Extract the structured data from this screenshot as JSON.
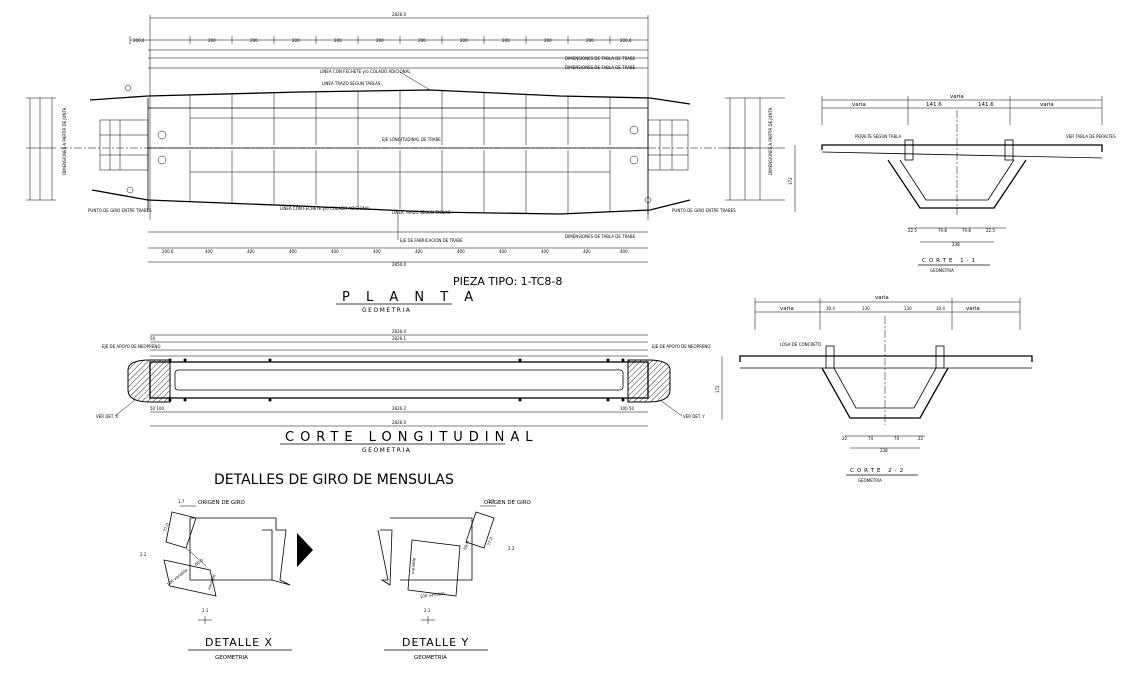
{
  "drawing": {
    "plan": {
      "title": "P L A N T A",
      "subtitle": "GEOMETRIA",
      "piece_label": "PIEZA TIPO: 1-TC8-8",
      "top_dim_overall": "2826.0",
      "top_dims": [
        "200.0",
        "200",
        "200",
        "200",
        "200",
        "200",
        "200",
        "200",
        "200",
        "200",
        "200",
        "200.0"
      ],
      "bottom_dims": [
        "200.6",
        "400",
        "400",
        "400",
        "400",
        "400",
        "400",
        "400",
        "400",
        "400",
        "400",
        "400"
      ],
      "bottom_overall": "2850.0",
      "note_top_right_1": "DIMENSIONES DE TABLA DE TRABE",
      "note_top_right_2": "DIMENSIONES DE TABLA DE TRABE",
      "note_bottom_right": "DIMENSIONES DE TABLA DE TRABE",
      "note_top_center": "LINEA CON FECHETE y/o COLADO ADICIONAL",
      "note_top_center_2": "LINEA TRAZO SEGUN TABLAS",
      "note_center": "EJE LONGITUDINAL DE TRABE",
      "note_bottom_center": "LINEA CON FECHETE y/o COLADO ADICIONAL",
      "note_bottom_center_2": "LINEA TRAZO SEGUN TABLAS",
      "note_bottom_fab": "EJE DE FABRICACION DE TRABE",
      "note_left_giro": "PUNTO DE GIRO ENTRE TRABES",
      "note_right_giro": "PUNTO DE GIRO ENTRE TRABES",
      "left_side_text": "DIMENSIONES A PARTIR DE JUNTA",
      "right_side_text": "DIMENSIONES A PARTIR DE JUNTA"
    },
    "longitudinal": {
      "title": "CORTE LONGITUDINAL",
      "subtitle": "GEOMETRIA",
      "top_dim": "2826.0",
      "top_dim_2": "2826.1",
      "bottom_dim": "2826.2",
      "bottom_dim_2": "2826.0",
      "left_label": "VER DET. X",
      "right_label": "VER DET. Y",
      "left_top_note": "EJE DE APOYO DE NEOPRENO",
      "right_top_note": "EJE DE APOYO DE NEOPRENO",
      "left_small_a": "50",
      "left_small_b": "50  100",
      "right_small_b": "100  50"
    },
    "section1": {
      "title": "CORTE 1-1",
      "subtitle": "GEOMETRIA",
      "top": "varia",
      "dims_top": [
        "varia",
        "141.6",
        "141.6",
        "varia"
      ],
      "bottom_dims": [
        "22.5",
        "79.8",
        "79.8",
        "22.5"
      ],
      "bottom_total": "238",
      "height": "172",
      "left_note": "PERALTE SEGUN TABLA",
      "right_note": "VER TABLA DE PERALTES"
    },
    "section2": {
      "title": "CORTE 2-2",
      "subtitle": "GEOMETRIA",
      "top": "varia",
      "dims_top": [
        "varia",
        "30.4",
        "130",
        "130",
        "30.4",
        "varia"
      ],
      "bottom_dims": [
        "22",
        "74",
        "74",
        "22"
      ],
      "bottom_total": "238",
      "height": "172",
      "note": "LOSA DE CONCRETO"
    },
    "details_heading": "DETALLES DE GIRO DE MENSULAS",
    "detail_x": {
      "title": "DETALLE X",
      "subtitle": "GEOMETRIA",
      "label_origin": "ORIGEN DE GIRO",
      "dim_a": "1.7",
      "dim_b": "77.0",
      "dim_c": "2.2",
      "dim_d": "2.1",
      "dim_e": "100 variable",
      "dim_f": "60.0",
      "dim_g": "variable"
    },
    "detail_y": {
      "title": "DETALLE Y",
      "subtitle": "GEOMETRIA",
      "label_origin": "ORIGEN DE GIRO",
      "dim_a": "1.7",
      "dim_b": "77.0",
      "dim_c": "2.2",
      "dim_d": "2.1",
      "dim_e": "100 variable",
      "dim_f": "60.0",
      "dim_g": "variable"
    }
  }
}
